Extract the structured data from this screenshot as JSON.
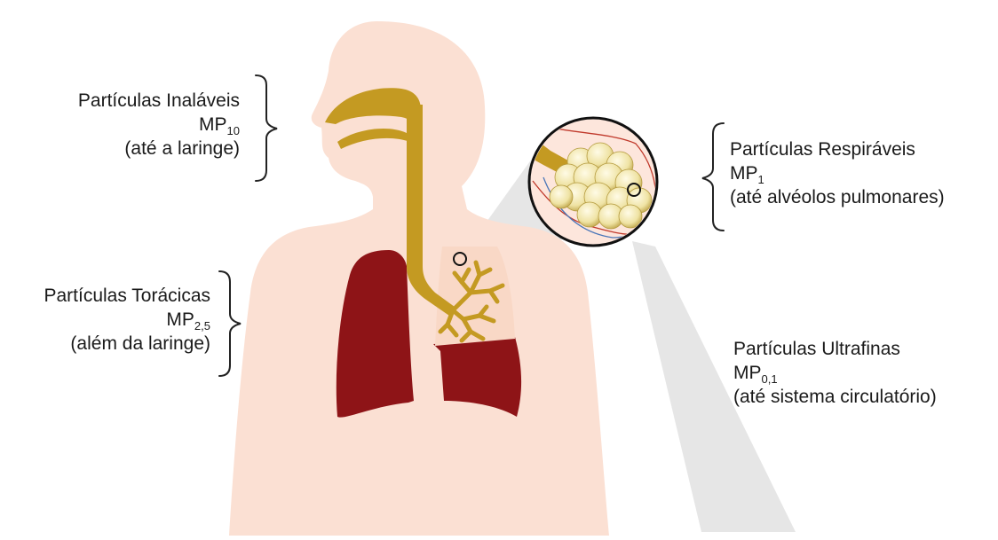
{
  "labels": {
    "inalaveis": {
      "title": "Partículas Inaláveis",
      "code_base": "MP",
      "code_sub": "10",
      "desc": "(até a laringe)"
    },
    "toracicas": {
      "title": "Partículas Torácicas",
      "code_base": "MP",
      "code_sub": "2,5",
      "desc": "(além da laringe)"
    },
    "respiraveis": {
      "title": "Partículas Respiráveis",
      "code_base": "MP",
      "code_sub": "1",
      "desc": "(até alvéolos pulmonares)"
    },
    "ultrafinas": {
      "title": "Partículas Ultrafinas",
      "code_base": "MP",
      "code_sub": "0,1",
      "desc": "(até sistema circulatório)"
    }
  },
  "colors": {
    "skin": "#fbe0d3",
    "lung": "#8e1417",
    "airway": "#c49a22",
    "alveoli": "#f3e9b6",
    "zoom_beam": "#e6e6e6"
  }
}
